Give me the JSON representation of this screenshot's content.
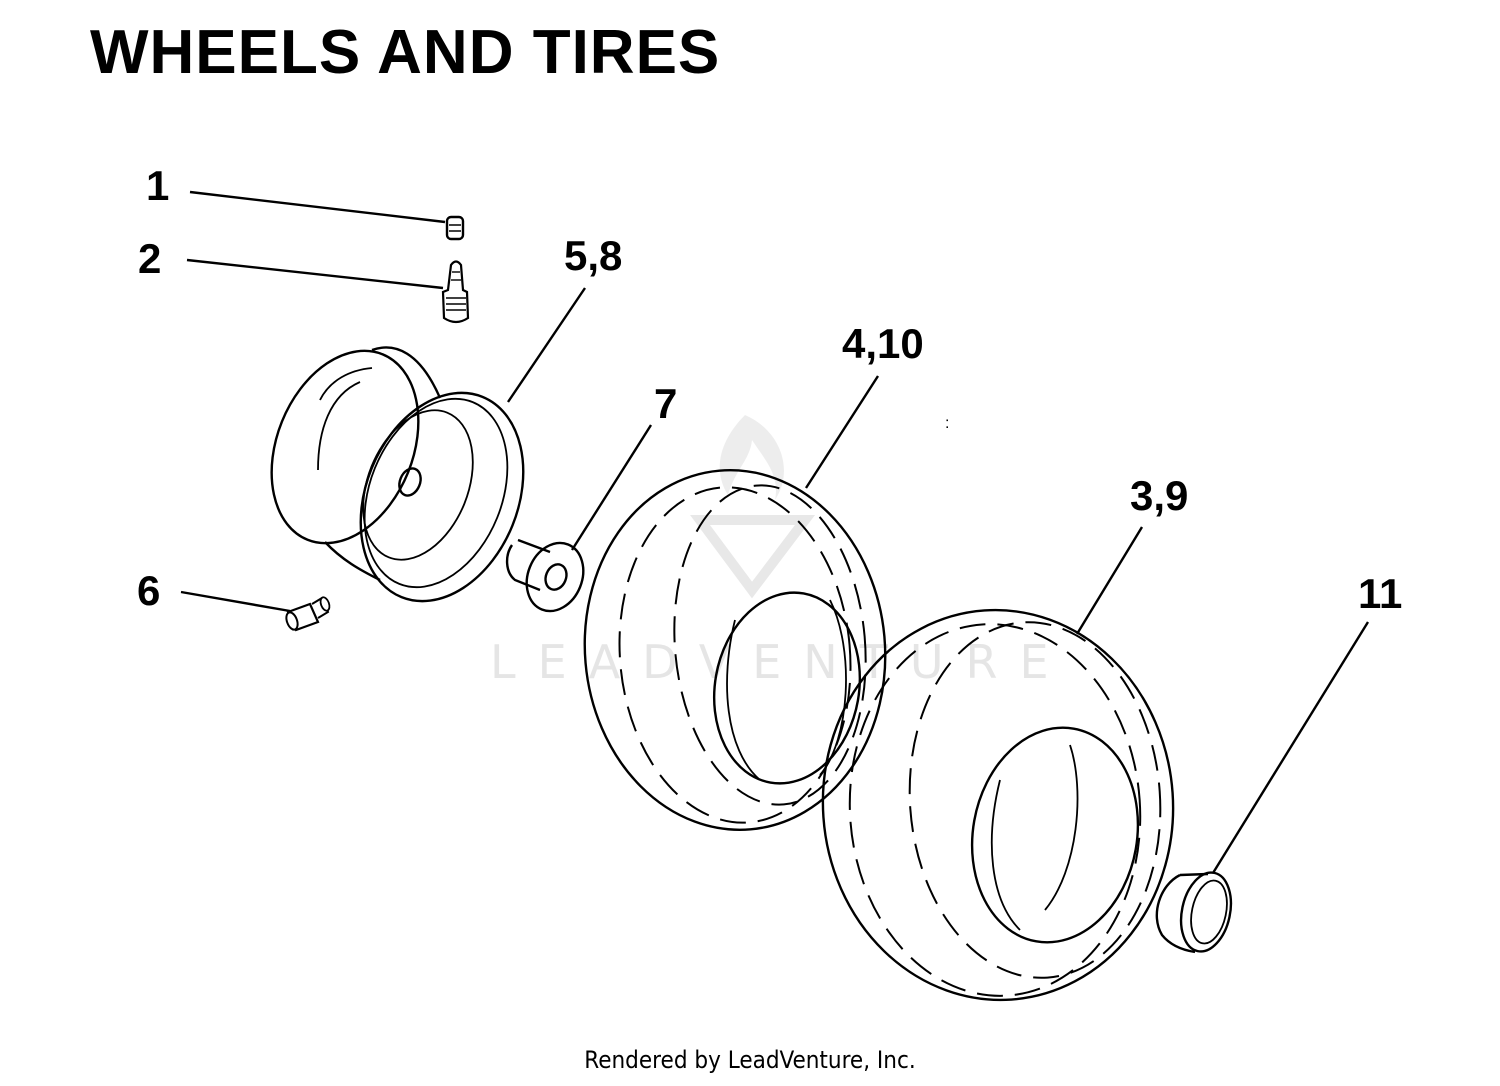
{
  "title": "WHEELS AND TIRES",
  "callouts": {
    "c1": "1",
    "c2": "2",
    "c58": "5,8",
    "c410": "4,10",
    "c7": "7",
    "c39": "3,9",
    "c6": "6",
    "c11": "11"
  },
  "watermark": "LEADVENTURE",
  "footer": "Rendered by LeadVenture, Inc."
}
